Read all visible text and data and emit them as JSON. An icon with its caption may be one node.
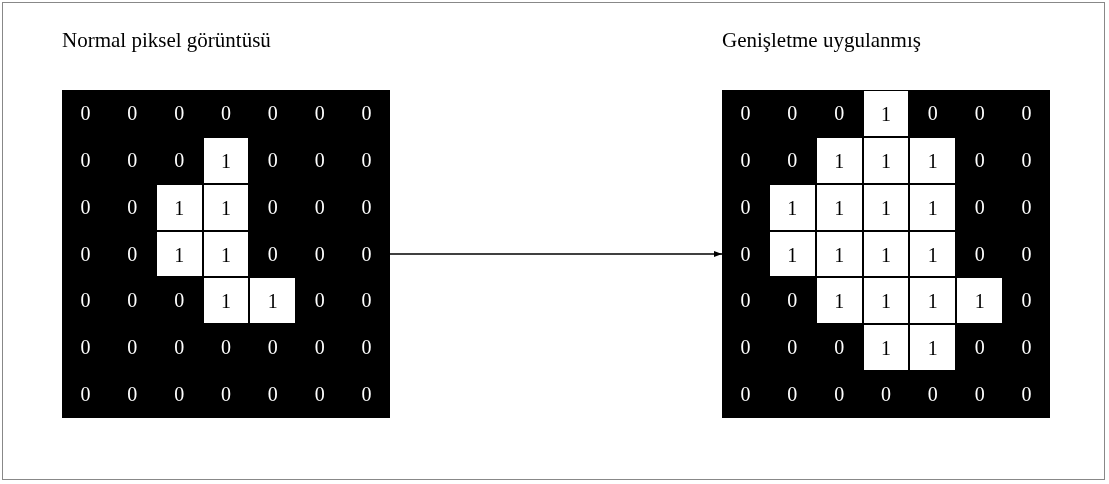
{
  "diagram": {
    "nodes": [
      {
        "text": [
          "Normal piksel görüntüsü"
        ]
      },
      {
        "text": [
          "Genişletme uygulanmış"
        ]
      }
    ],
    "edges": [
      {
        "from": 0,
        "to": 1,
        "arrow": "to"
      }
    ],
    "labels": [
      "0",
      "0",
      "0",
      "0",
      "0",
      "0",
      "0",
      "0",
      "0",
      "0",
      "1",
      "0",
      "0",
      "0",
      "0",
      "0",
      "1",
      "1",
      "0",
      "0",
      "0",
      "0",
      "0",
      "1",
      "1",
      "0",
      "0",
      "0",
      "0",
      "0",
      "0",
      "1",
      "1",
      "0",
      "0",
      "0",
      "0",
      "0",
      "0",
      "0",
      "0",
      "0",
      "0",
      "0",
      "0",
      "0",
      "0",
      "0",
      "0",
      "0",
      "0",
      "0",
      "1",
      "0",
      "0",
      "0",
      "0",
      "0",
      "1",
      "1",
      "1",
      "0",
      "0",
      "0",
      "1",
      "1",
      "1",
      "1",
      "0",
      "0",
      "0",
      "1",
      "1",
      "1",
      "1",
      "0",
      "0",
      "0",
      "0",
      "1",
      "1",
      "1",
      "1",
      "0",
      "0",
      "0",
      "0",
      "1",
      "1",
      "0",
      "0",
      "0",
      "0",
      "0",
      "0",
      "0",
      "0",
      "0"
    ]
  }
}
